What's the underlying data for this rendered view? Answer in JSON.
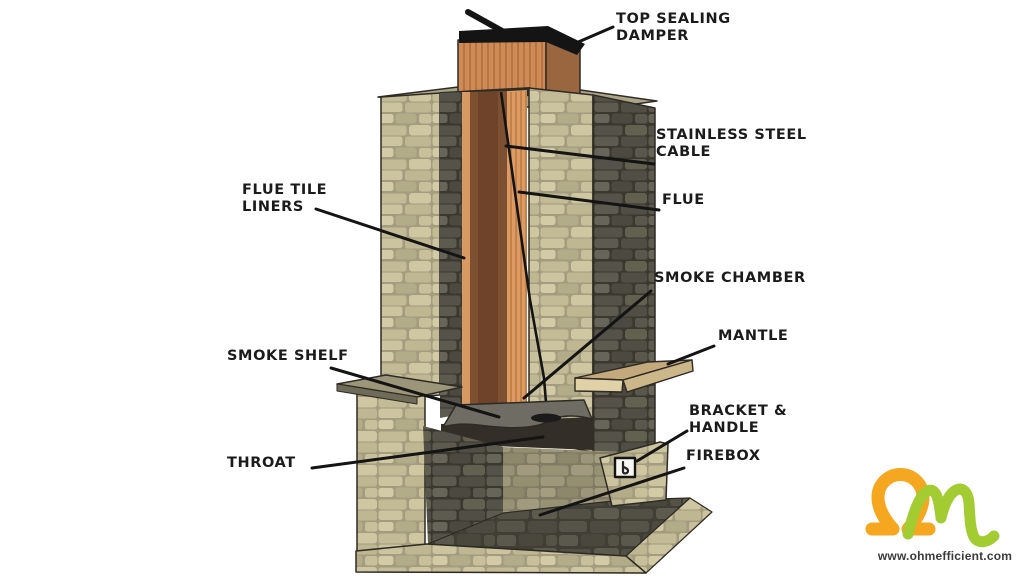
{
  "diagram": {
    "subject": "Masonry fireplace and chimney cutaway with top sealing damper",
    "labels": {
      "top_sealing_damper": "TOP SEALING\nDAMPER",
      "stainless_steel_cable": "STAINLESS STEEL\nCABLE",
      "flue": "FLUE",
      "flue_tile_liners": "FLUE TILE\nLINERS",
      "smoke_chamber": "SMOKE CHAMBER",
      "mantle": "MANTLE",
      "smoke_shelf": "SMOKE SHELF",
      "bracket_handle": "BRACKET &\nHANDLE",
      "firebox": "FIREBOX",
      "throat": "THROAT"
    },
    "colors": {
      "background": "#ffffff",
      "label_text": "#1b1b1b",
      "leader_line": "#141414",
      "stone_light": "#c3bc97",
      "stone_dark": "#4f4d42",
      "flue_tile_orange": "#d98f58",
      "flue_interior_brown": "#7c5031",
      "damper_black": "#141414",
      "smoke_shelf_gray": "#6f6c63",
      "firebox_floor": "#4a483e",
      "mantle_wood": "#c3a97c"
    }
  },
  "branding": {
    "website": "www.ohmefficient.com",
    "logo_omega_color": "#f4a71f",
    "logo_m_color": "#a3cc33"
  }
}
